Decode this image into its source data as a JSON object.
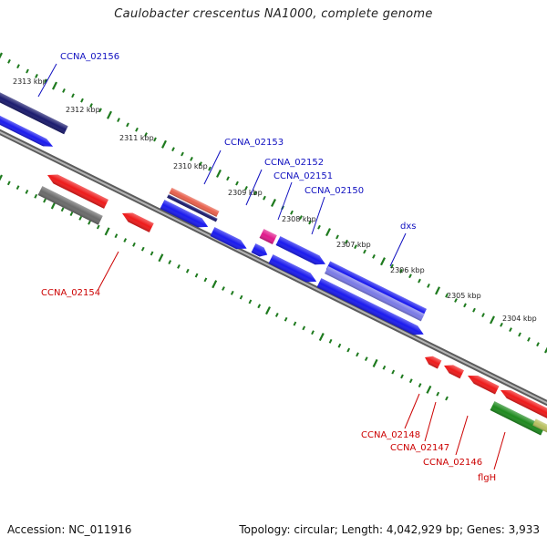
{
  "title": "Caulobacter crescentus NA1000, complete genome",
  "footer": {
    "accession": "Accession: NC_011916",
    "topology": "Topology: circular; Length: 4,042,929 bp; Genes: 3,933"
  },
  "colors": {
    "backbone": "#8a8a8a",
    "ticks": "#1e7a1e",
    "forward_label": "#1010c0",
    "reverse_label": "#cc0000"
  },
  "ticks": [
    "2313 kbp",
    "2312 kbp",
    "2311 kbp",
    "2310 kbp",
    "2309 kbp",
    "2308 kbp",
    "2307 kbp",
    "2306 kbp",
    "2305 kbp",
    "2304 kbp"
  ],
  "forward_genes": [
    {
      "label": "CCNA_02156",
      "color": "#1a1a6e"
    },
    {
      "label": "CCNA_02153",
      "color": "#e8604c"
    },
    {
      "label": "CCNA_02152",
      "color": "#e0198c"
    },
    {
      "label": "CCNA_02151",
      "color": "#1a1aee"
    },
    {
      "label": "CCNA_02150",
      "color": "#1a1aee"
    },
    {
      "label": "dxs",
      "color": "#6060e0"
    }
  ],
  "reverse_genes": [
    {
      "label": "CCNA_02154",
      "color": "#ee1a1a"
    },
    {
      "label": "CCNA_02148",
      "color": "#ee1a1a"
    },
    {
      "label": "CCNA_02147",
      "color": "#ee1a1a"
    },
    {
      "label": "CCNA_02146",
      "color": "#ee1a1a"
    },
    {
      "label": "flgH",
      "color": "#ee1a1a"
    }
  ]
}
